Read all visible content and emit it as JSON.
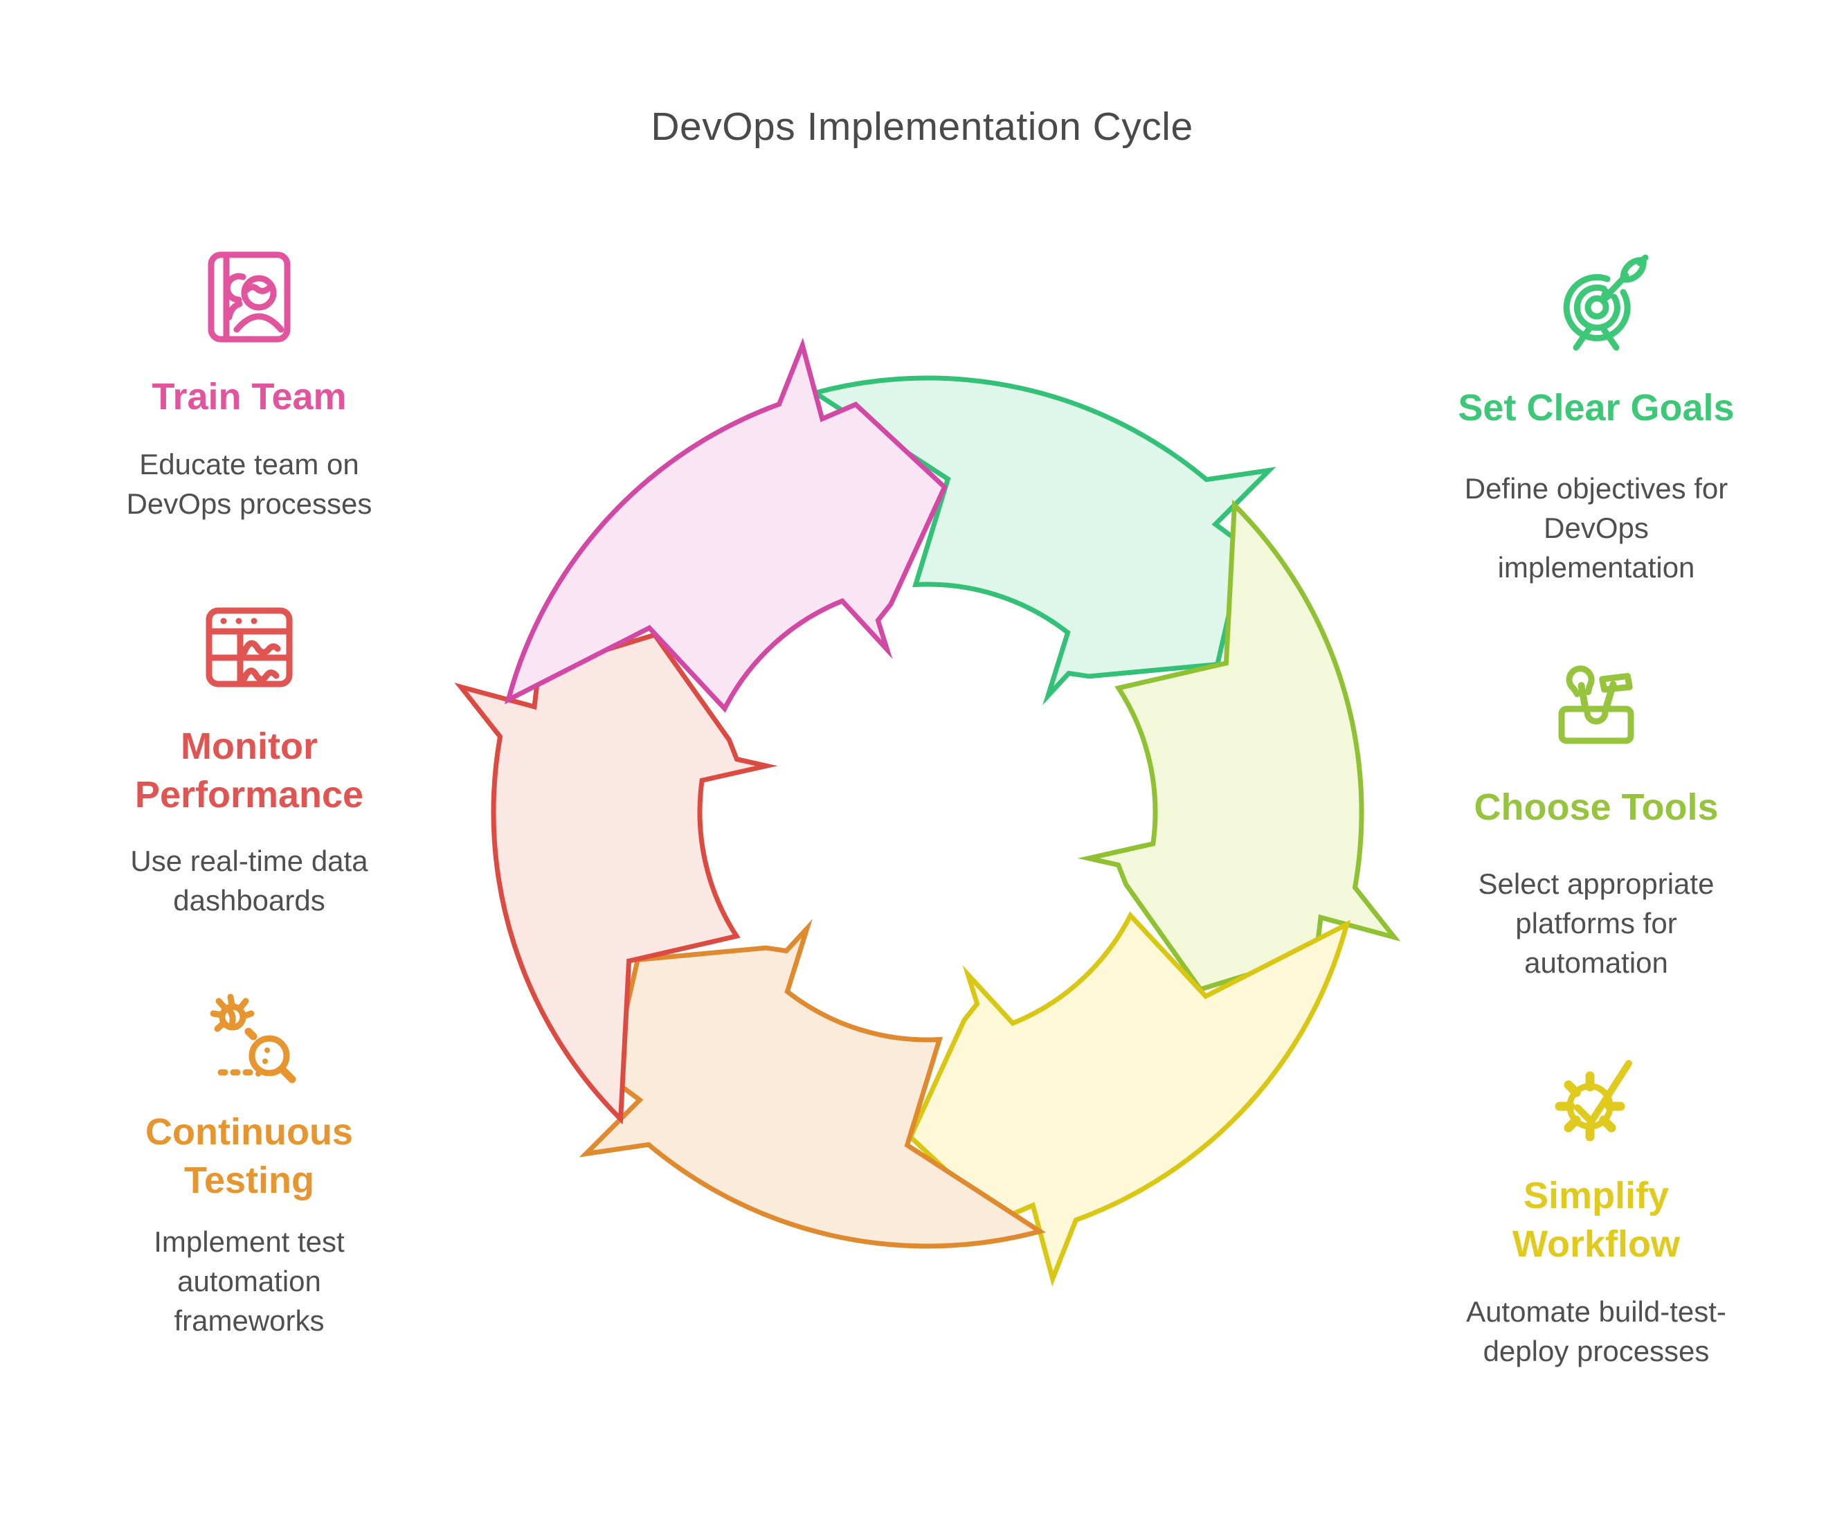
{
  "title": "DevOps Implementation Cycle",
  "text_colors": {
    "title_gray": "#4a4a4a",
    "body_gray": "#4f4f4f"
  },
  "sections": [
    {
      "id": "train-team",
      "title_lines": [
        "Train Team"
      ],
      "description_lines": [
        "Educate team on",
        "DevOps processes"
      ],
      "color": "#e2549e",
      "icon": "team-book-icon",
      "position": "left-top"
    },
    {
      "id": "monitor-performance",
      "title_lines": [
        "Monitor",
        "Performance"
      ],
      "description_lines": [
        "Use real-time data",
        "dashboards"
      ],
      "color": "#e05551",
      "icon": "dashboard-waves-icon",
      "position": "left-middle"
    },
    {
      "id": "continuous-testing",
      "title_lines": [
        "Continuous",
        "Testing"
      ],
      "description_lines": [
        "Implement test",
        "automation",
        "frameworks"
      ],
      "color": "#e6952f",
      "icon": "bug-magnifier-icon",
      "position": "left-bottom"
    },
    {
      "id": "set-clear-goals",
      "title_lines": [
        "Set Clear Goals"
      ],
      "description_lines": [
        "Define objectives for",
        "DevOps",
        "implementation"
      ],
      "color": "#3dc878",
      "icon": "target-arrow-icon",
      "position": "right-top"
    },
    {
      "id": "choose-tools",
      "title_lines": [
        "Choose Tools"
      ],
      "description_lines": [
        "Select appropriate",
        "platforms for",
        "automation"
      ],
      "color": "#96c43d",
      "icon": "toolbox-icon",
      "position": "right-middle"
    },
    {
      "id": "simplify-workflow",
      "title_lines": [
        "Simplify",
        "Workflow"
      ],
      "description_lines": [
        "Automate build-test-",
        "deploy processes"
      ],
      "color": "#e0ca1e",
      "icon": "gear-check-icon",
      "position": "right-bottom"
    }
  ],
  "cycle": {
    "direction": "clockwise",
    "segments": [
      {
        "name": "set-clear-goals",
        "stroke": "#33c077",
        "fill": "#dff6ea"
      },
      {
        "name": "choose-tools",
        "stroke": "#8fc133",
        "fill": "#f2f8d9"
      },
      {
        "name": "simplify-workflow",
        "stroke": "#d9c713",
        "fill": "#fcf8d8"
      },
      {
        "name": "continuous-testing",
        "stroke": "#e08a30",
        "fill": "#fbebda"
      },
      {
        "name": "monitor-performance",
        "stroke": "#dc4b42",
        "fill": "#fbe7e4"
      },
      {
        "name": "train-team",
        "stroke": "#d348a4",
        "fill": "#f9e5f4"
      }
    ]
  }
}
